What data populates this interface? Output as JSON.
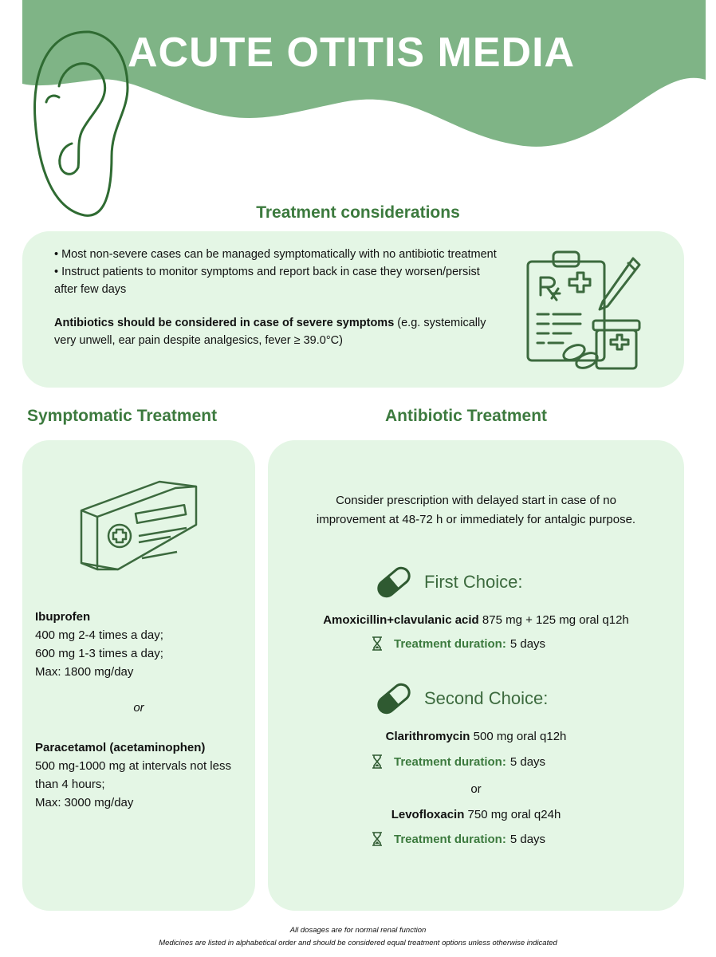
{
  "header": {
    "title": "ACUTE OTITIS MEDIA"
  },
  "colors": {
    "header_green": "#7fb486",
    "heading_green": "#3c7a3e",
    "box_bg": "#e4f6e5",
    "icon_green": "#3c6a3e"
  },
  "considerations": {
    "heading": "Treatment considerations",
    "bullet1": "•  Most non-severe cases can be managed symptomatically with no antibiotic treatment",
    "bullet2": "•  Instruct patients to monitor symptoms and report back in case they worsen/persist after few days",
    "antibiotics_bold": "Antibiotics should be considered in case of severe symptoms",
    "antibiotics_rest": " (e.g. systemically very unwell, ear pain despite analgesics, fever ≥ 39.0°C)",
    "icon": "prescription-icon"
  },
  "symptomatic": {
    "heading": "Symptomatic Treatment",
    "icon": "medicine-box-icon",
    "drug1_name": "Ibuprofen",
    "drug1_line1": "400 mg 2-4 times a day;",
    "drug1_line2": "600 mg 1-3 times a day;",
    "drug1_line3": "Max: 1800 mg/day",
    "or": "or",
    "drug2_name": "Paracetamol   (acetaminophen)",
    "drug2_line1": "500 mg-1000 mg at intervals not less than 4 hours;",
    "drug2_line2": "Max: 3000 mg/day"
  },
  "antibiotic": {
    "heading": "Antibiotic Treatment",
    "intro": "Consider prescription with delayed start in case of no improvement at 48-72 h or immediately for antalgic purpose.",
    "first_choice": {
      "label": "First Choice:",
      "drug_name": "Amoxicillin+clavulanic acid",
      "drug_dose": " 875 mg + 125 mg oral q12h",
      "duration_label": "Treatment duration:",
      "duration_value": "5 days"
    },
    "second_choice": {
      "label": "Second Choice:",
      "drug1_name": "Clarithromycin",
      "drug1_dose": " 500 mg oral q12h",
      "duration1_label": "Treatment duration:",
      "duration1_value": "5 days",
      "or": "or",
      "drug2_name": "Levofloxacin",
      "drug2_dose": " 750 mg oral q24h",
      "duration2_label": "Treatment duration:",
      "duration2_value": "5 days"
    }
  },
  "footer": {
    "line1": "All dosages are for normal renal function",
    "line2": "Medicines are listed in alphabetical order and should be considered equal treatment options unless otherwise indicated"
  }
}
